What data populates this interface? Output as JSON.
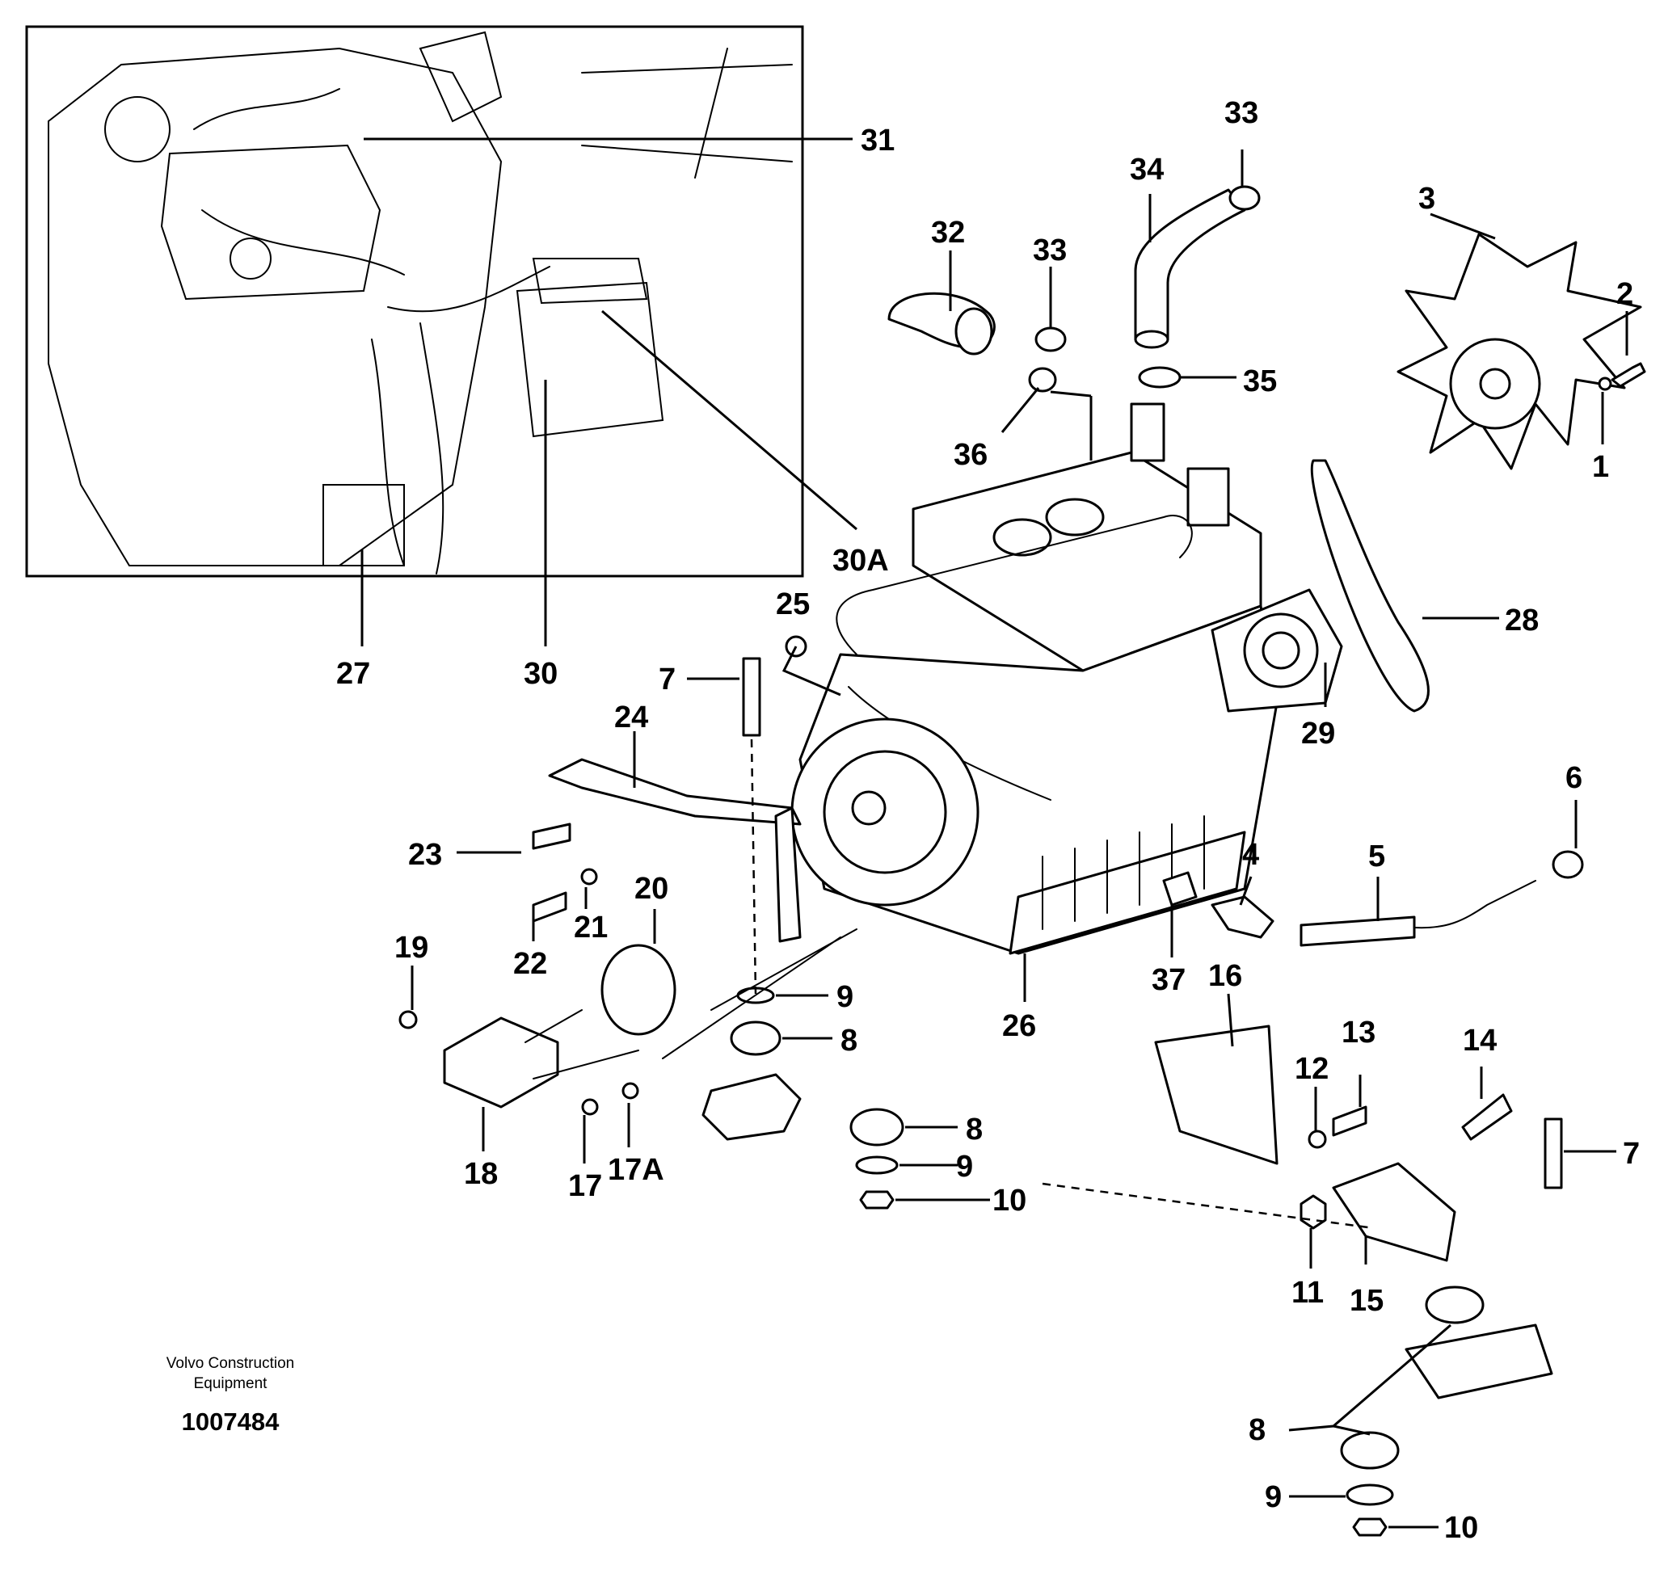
{
  "diagram": {
    "callouts": {
      "c31": "31",
      "c30a": "30A",
      "c27": "27",
      "c30": "30",
      "c32": "32",
      "c33a": "33",
      "c33b": "33",
      "c34": "34",
      "c35": "35",
      "c36": "36",
      "c3": "3",
      "c2": "2",
      "c1": "1",
      "c28": "28",
      "c29": "29",
      "c25": "25",
      "c7a": "7",
      "c24": "24",
      "c23": "23",
      "c21": "21",
      "c22": "22",
      "c20": "20",
      "c19": "19",
      "c18": "18",
      "c17": "17",
      "c17a": "17A",
      "c9a": "9",
      "c8a": "8",
      "c8b": "8",
      "c9b": "9",
      "c10a": "10",
      "c26": "26",
      "c37": "37",
      "c4": "4",
      "c5": "5",
      "c6": "6",
      "c16": "16",
      "c12": "12",
      "c13": "13",
      "c14": "14",
      "c7b": "7",
      "c11": "11",
      "c15": "15",
      "c8c": "8",
      "c9c": "9",
      "c10b": "10"
    },
    "footer": {
      "brand_line1": "Volvo Construction",
      "brand_line2": "Equipment",
      "doc_number": "1007484"
    }
  }
}
